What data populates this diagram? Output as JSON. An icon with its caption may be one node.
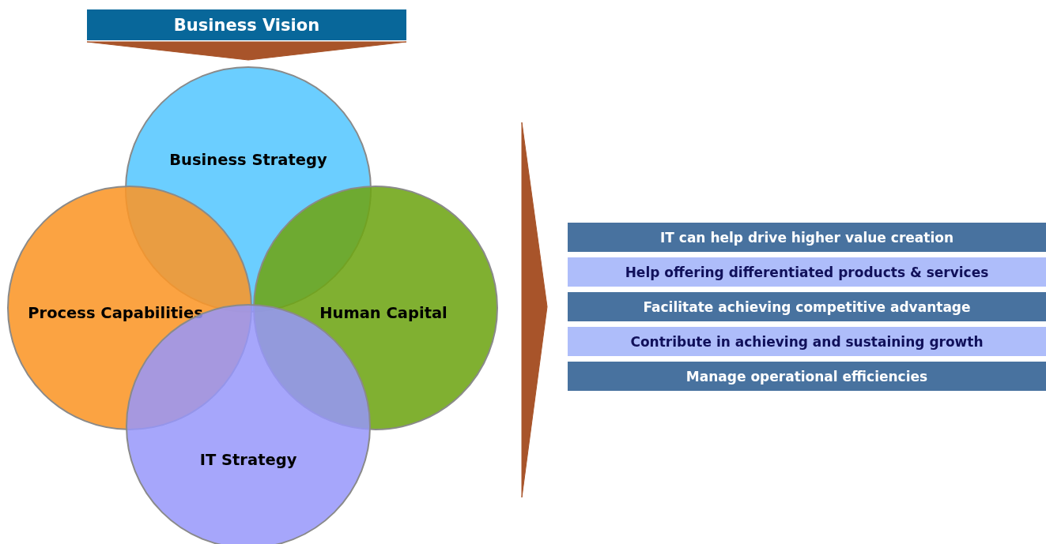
{
  "diagram": {
    "nodes": [
      {
        "text": [
          "Business Vision"
        ]
      },
      {
        "text": [
          "Business Strategy"
        ]
      },
      {
        "text": [
          "Process Capabilities"
        ]
      },
      {
        "text": [
          "Human Capital"
        ]
      },
      {
        "text": [
          "IT Strategy"
        ]
      },
      {
        "text": [
          "IT can help drive higher value creation"
        ]
      },
      {
        "text": [
          "Help offering differentiated products & services"
        ]
      },
      {
        "text": [
          "Facilitate achieving competitive advantage"
        ]
      },
      {
        "text": [
          "Contribute in achieving and sustaining growth"
        ]
      },
      {
        "text": [
          "Manage operational efficiencies"
        ]
      }
    ],
    "edges": [
      {
        "from": 0,
        "to": 1,
        "arrow": "to"
      },
      {
        "from": 3,
        "to": 7,
        "arrow": "to"
      }
    ]
  }
}
